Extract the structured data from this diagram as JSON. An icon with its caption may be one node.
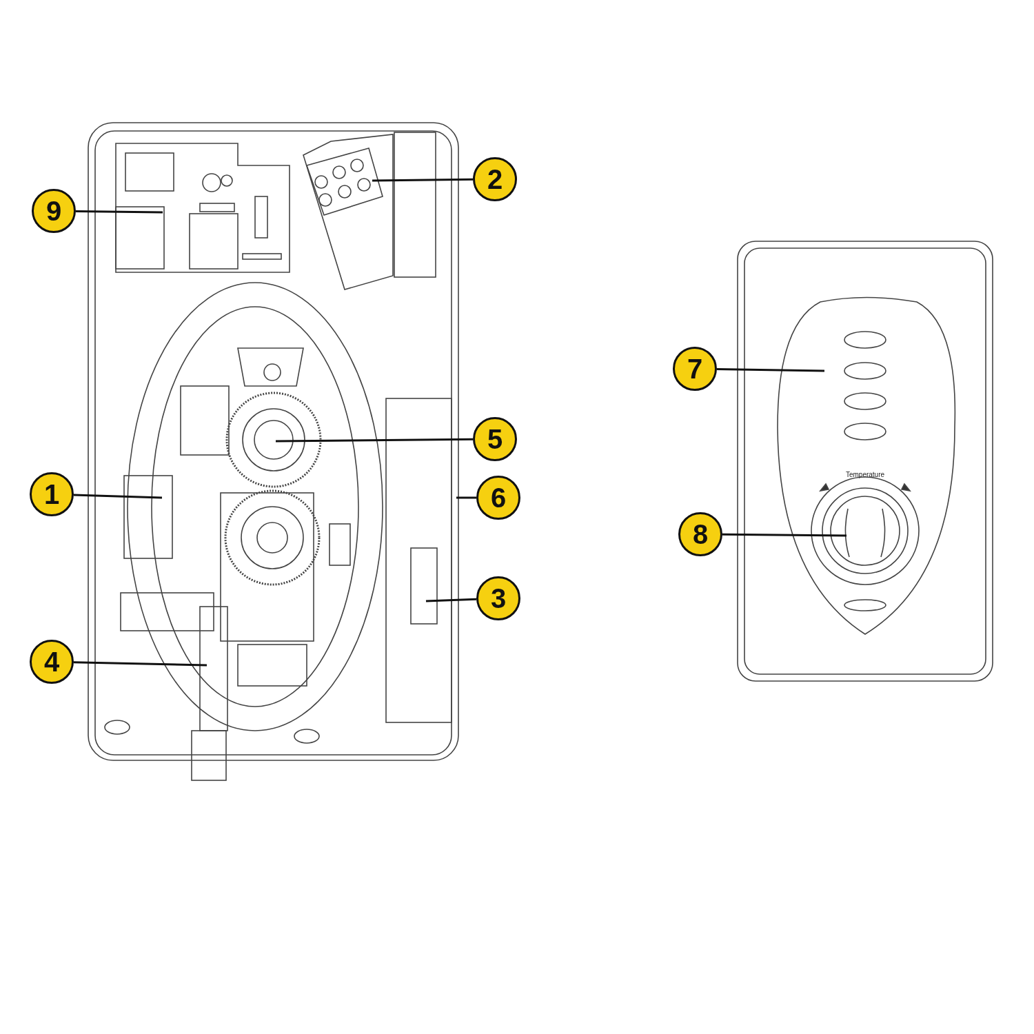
{
  "diagram": {
    "nodes": [
      {
        "text": [
          "2"
        ]
      },
      {
        "text": [
          "9"
        ]
      },
      {
        "text": [
          "7"
        ]
      },
      {
        "text": [
          "5"
        ]
      },
      {
        "text": [
          "1"
        ]
      },
      {
        "text": [
          "6"
        ]
      },
      {
        "text": [
          "8"
        ]
      },
      {
        "text": [
          "3"
        ]
      },
      {
        "text": [
          "4"
        ]
      }
    ],
    "edges": [
      {
        "from": 0,
        "to": null,
        "arrow": "none"
      },
      {
        "from": 1,
        "to": null,
        "arrow": "none"
      },
      {
        "from": 2,
        "to": null,
        "arrow": "none"
      },
      {
        "from": 3,
        "to": null,
        "arrow": "none"
      },
      {
        "from": 4,
        "to": null,
        "arrow": "none"
      },
      {
        "from": 5,
        "to": null,
        "arrow": "none"
      },
      {
        "from": 6,
        "to": null,
        "arrow": "none"
      },
      {
        "from": 7,
        "to": null,
        "arrow": "none"
      },
      {
        "from": 8,
        "to": null,
        "arrow": "none"
      }
    ],
    "labels": [
      "Temperature"
    ]
  }
}
